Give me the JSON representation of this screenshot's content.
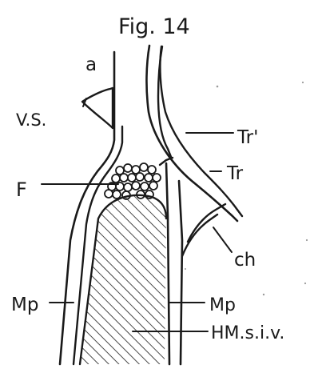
{
  "figure": {
    "title": "Fig. 14",
    "colors": {
      "ink": "#1a1a1a",
      "paper": "#ffffff"
    }
  },
  "labels": {
    "a": "a",
    "vs": "V.S.",
    "tr1": "Tr'",
    "tr": "Tr",
    "f": "F",
    "ch": "ch",
    "mp_left": "Mp",
    "mp_right": "Mp",
    "hm": "HM.s.i.v."
  }
}
